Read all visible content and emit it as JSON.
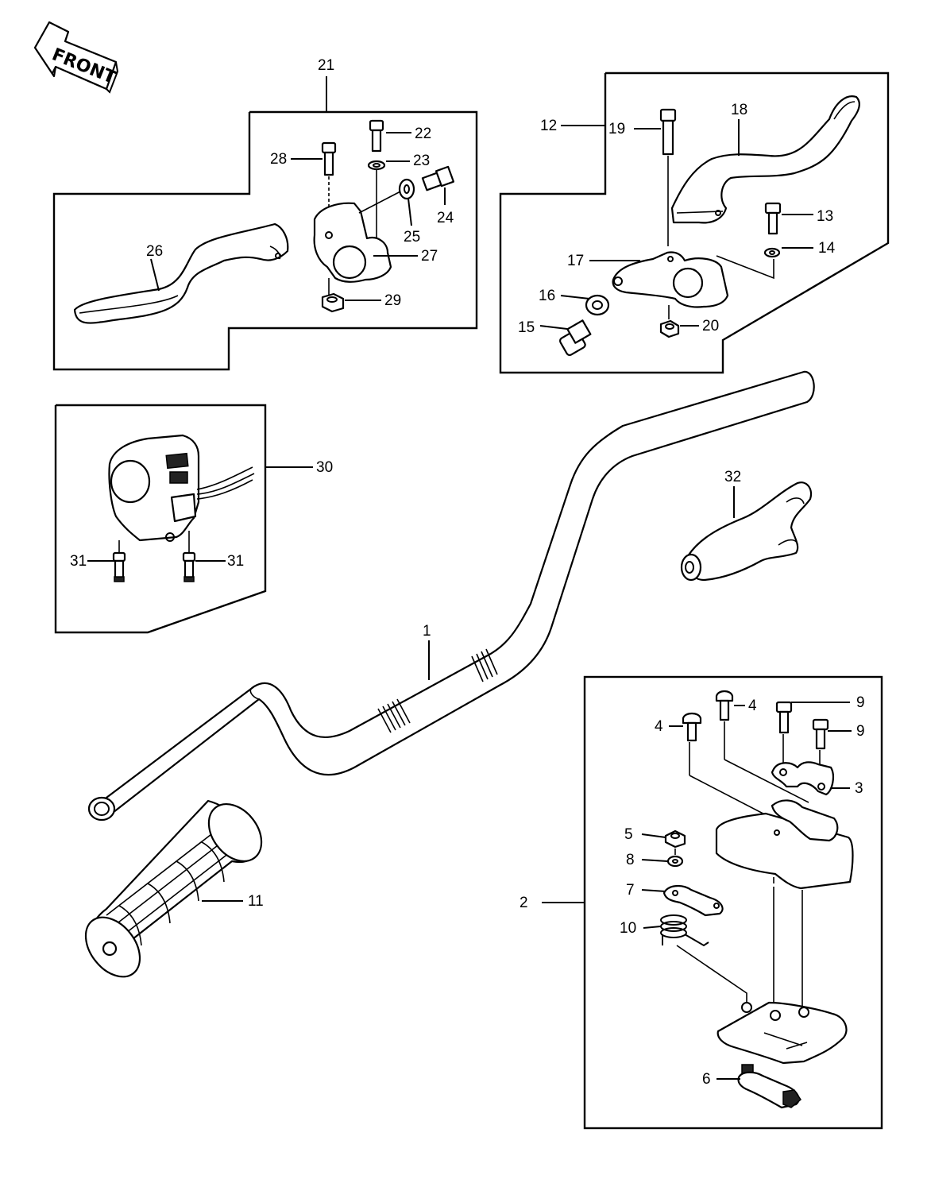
{
  "front_label": "FRONT",
  "callouts": {
    "c1": "1",
    "c2": "2",
    "c3": "3",
    "c4a": "4",
    "c4b": "4",
    "c5": "5",
    "c6": "6",
    "c7": "7",
    "c8": "8",
    "c9a": "9",
    "c9b": "9",
    "c10": "10",
    "c11": "11",
    "c12": "12",
    "c13": "13",
    "c14": "14",
    "c15": "15",
    "c16": "16",
    "c17": "17",
    "c18": "18",
    "c19": "19",
    "c20": "20",
    "c21": "21",
    "c22": "22",
    "c23": "23",
    "c24": "24",
    "c25": "25",
    "c26": "26",
    "c27": "27",
    "c28": "28",
    "c29": "29",
    "c30": "30",
    "c31a": "31",
    "c31b": "31",
    "c32": "32"
  }
}
